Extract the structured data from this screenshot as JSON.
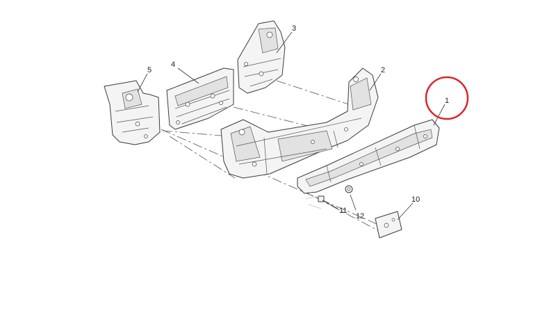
{
  "diagram": {
    "callouts": {
      "p1": "1",
      "p2": "2",
      "p3": "3",
      "p4": "4",
      "p5": "5",
      "p10": "10",
      "p11": "11",
      "p12": "12"
    },
    "highlight_color": "#d8252b",
    "line_color": "#3a3a3a",
    "part_fill": "#f4f4f4"
  }
}
